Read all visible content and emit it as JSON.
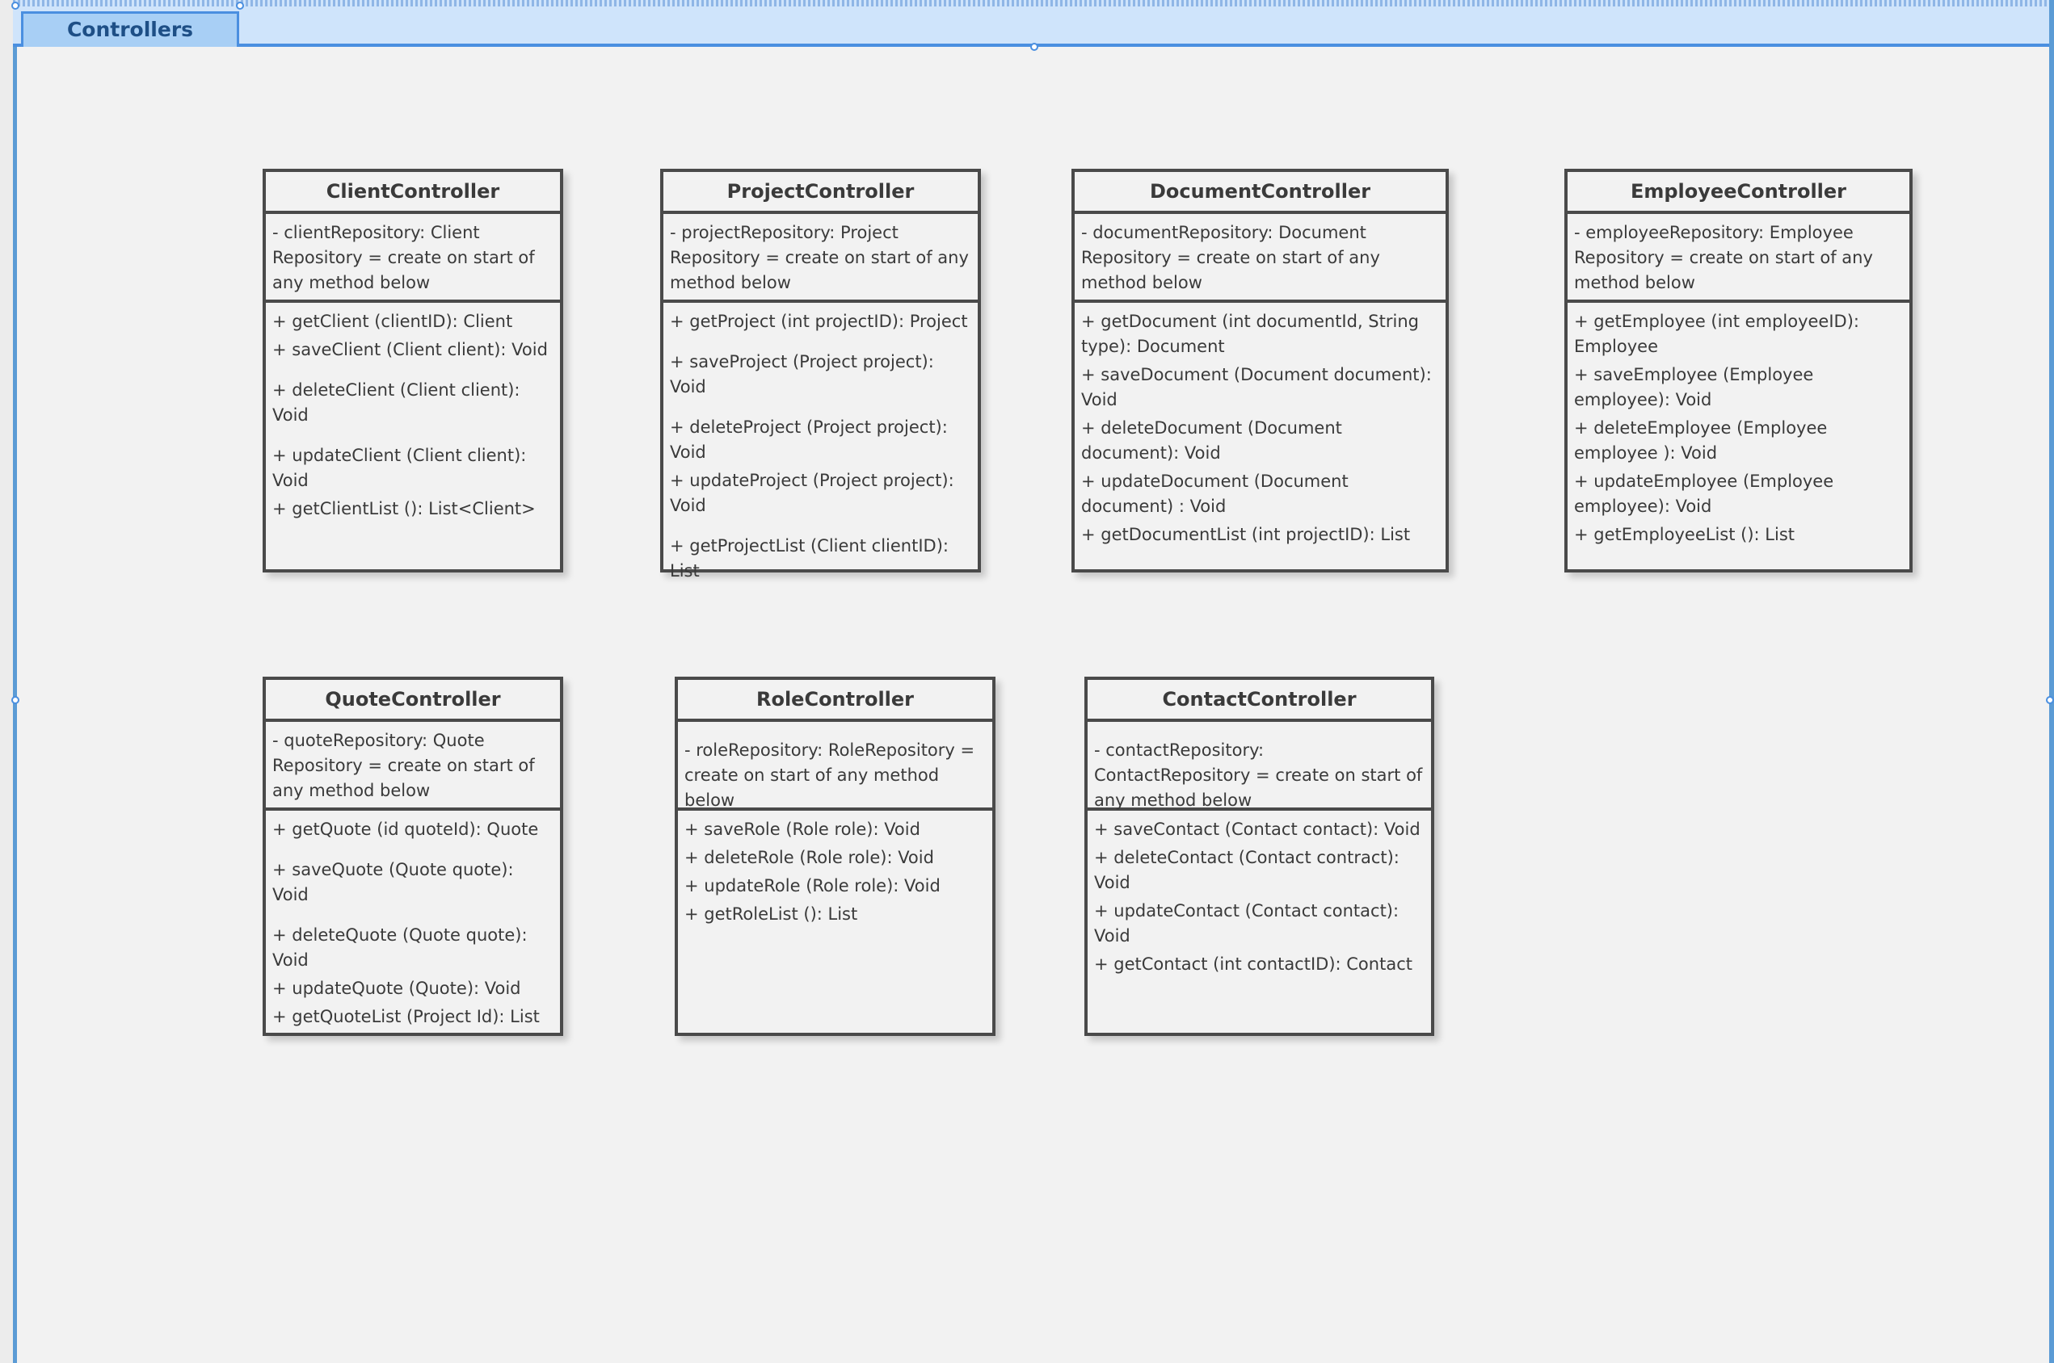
{
  "frame": {
    "title": "Controllers"
  },
  "classes": [
    {
      "name": "ClientController",
      "attributes": [
        "- clientRepository: Client Repository = create on start of any method below"
      ],
      "methods": [
        "+ getClient (clientID): Client",
        "+ saveClient (Client client): Void",
        "+ deleteClient (Client client): Void",
        "+ updateClient (Client client): Void",
        "+ getClientList (): List<Client>"
      ]
    },
    {
      "name": "ProjectController",
      "attributes": [
        "- projectRepository: Project Repository = create on start of any method below"
      ],
      "methods": [
        "+ getProject (int projectID): Project",
        "+ saveProject (Project project): Void",
        "+ deleteProject (Project project): Void",
        "+ updateProject (Project project): Void",
        "+ getProjectList (Client clientID): List"
      ]
    },
    {
      "name": "DocumentController",
      "attributes": [
        "- documentRepository: Document Repository = create on start of any method below"
      ],
      "methods": [
        "+ getDocument (int documentId, String type): Document",
        "+ saveDocument (Document document): Void",
        "+ deleteDocument (Document document): Void",
        "+ updateDocument (Document document) : Void",
        "+ getDocumentList (int projectID): List"
      ]
    },
    {
      "name": "EmployeeController",
      "attributes": [
        "- employeeRepository: Employee Repository = create on start of any method below"
      ],
      "methods": [
        "+ getEmployee (int employeeID): Employee",
        "+ saveEmployee (Employee employee): Void",
        "+ deleteEmployee (Employee employee ): Void",
        "+ updateEmployee (Employee employee): Void",
        "+ getEmployeeList (): List"
      ]
    },
    {
      "name": "QuoteController",
      "attributes": [
        "- quoteRepository: Quote Repository = create on start of any method below"
      ],
      "methods": [
        "+ getQuote (id quoteId): Quote",
        "+ saveQuote (Quote quote): Void",
        "+ deleteQuote (Quote quote): Void",
        "+ updateQuote (Quote): Void",
        "+ getQuoteList (Project Id): List"
      ]
    },
    {
      "name": "RoleController",
      "attributes": [
        "- roleRepository: RoleRepository = create on start of any method below"
      ],
      "methods": [
        "+ saveRole (Role role): Void",
        "+ deleteRole (Role role): Void",
        "+ updateRole (Role role): Void",
        "+ getRoleList (): List"
      ]
    },
    {
      "name": "ContactController",
      "attributes": [
        "- contactRepository: ContactRepository = create on start of any method below"
      ],
      "methods": [
        "+ saveContact (Contact contact): Void",
        "+ deleteContact (Contact contract): Void",
        "+ updateContact (Contact contact): Void",
        "+ getContact (int contactID): Contact"
      ]
    }
  ]
}
